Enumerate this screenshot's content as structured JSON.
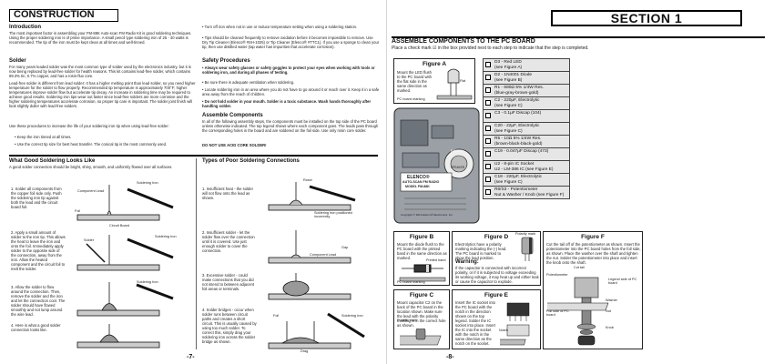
{
  "left_page": {
    "header": "CONSTRUCTION",
    "intro_title": "Introduction",
    "intro_text": "The most important factor in assembling your FM-88K Auto-scan FM Radio Kit is good soldering techniques. Using the proper soldering iron is of prime importance. A small pencil type soldering iron of 25 - 40 watts is recommended. The tip of the iron must be kept clean at all times and well-tinned.",
    "solder_title": "Solder",
    "solder_text": "For many years leaded solder was the most common type of solder used by the electronics industry, but it is now being replaced by lead-free solder for health reasons. This kit contains lead-free solder, which contains 99.3% tin, 0.7% copper, and has a rosin-flux core.",
    "solder_text2": "Lead-free solder is different from lead solder: It has a higher melting point than lead solder, so you need higher temperature for the solder to flow properly. Recommended tip temperature is approximately 700°F; higher temperatures improve solder flow but accelerate tip decay. An increase in soldering time may be required to achieve good results. Soldering iron tips wear out faster since lead-free solders are more corrosive and the higher soldering temperatures accelerate corrosion, so proper tip care is important. The solder joint finish will look slightly duller with lead-free solders.",
    "solder_text3": "Use these procedures to increase the life of your soldering iron tip when using lead-free solder:",
    "solder_bullets": [
      "Keep the iron tinned at all times.",
      "Use the correct tip size for best heat transfer. The conical tip is the most commonly used."
    ],
    "right_col_bullets": [
      "Turn off iron when not in use or reduce temperature setting when using a soldering station.",
      "Tips should be cleaned frequently to remove oxidation before it becomes impossible to remove. Use Dry Tip Cleaner (Elenco® #SH-1025) or Tip Cleaner (Elenco® #TTC1). If you use a sponge to clean your tip, then use distilled water (tap water has impurities that accelerate corrosion)."
    ],
    "safety_title": "Safety Procedures",
    "safety_items": [
      "Always wear safety glasses or safety goggles to protect your eyes when working with tools or soldering iron, and during all phases of testing.",
      "Be sure there is adequate ventilation when soldering.",
      "Locate soldering iron in an area where you do not have to go around it or reach over it. Keep it in a safe area away from the reach of children.",
      "Do not hold solder in your mouth. Solder is a toxic substance. Wash hands thoroughly after handling solder."
    ],
    "assembly_title": "Assemble Components",
    "assembly_text": "In all of the following assembly steps, the components must be installed on the top side of the PC board unless otherwise indicated. The top legend shows where each component goes. The leads pass through the corresponding holes in the board and are soldered on the foil side. Use only rosin core solder.",
    "assembly_warning": "DO NOT USE ACID CORE SOLDER!",
    "good_title": "What Good Soldering Looks Like",
    "good_text": "A good solder connection should be bright, shiny, smooth, and uniformly flowed over all surfaces.",
    "good_steps": [
      "1. Solder all components from the copper foil side only. Push the soldering iron tip against both the lead and the circuit board foil.",
      "2. Apply a small amount of solder to the iron tip. This allows the heat to leave the iron and onto the foil. Immediately apply solder to the opposite side of the connection, away from the iron. Allow the heated component and the circuit foil to melt the solder.",
      "3. Allow the solder to flow around the connection. Then, remove the solder and the iron and let the connection cool. The solder should have flowed smoothly and not lump around the wire lead.",
      "4. Here is what a good solder connection looks like."
    ],
    "poor_title": "Types of Poor Soldering Connections",
    "poor_items": [
      "1. Insufficient heat - the solder will not flow onto the lead as shown.",
      "2. Insufficient solder - let the solder flow over the connection until it is covered. Use just enough solder to cover the connection.",
      "3. Excessive solder - could make connections that you did not intend to between adjacent foil areas or terminals.",
      "4. Solder bridges - occur when solder runs between circuit paths and creates a short circuit. This is usually caused by using too much solder. To correct this, simply drag your soldering iron across the solder bridge as shown."
    ],
    "fig_labels": {
      "soldering_iron": "Soldering Iron",
      "component_lead": "Component Lead",
      "circuit_board": "Circuit Board",
      "foil": "Foil",
      "solder": "Solder",
      "rosin": "Rosin",
      "iron_positioned": "Soldering iron positioned incorrectly.",
      "gap": "Gap",
      "drag": "Drag"
    },
    "page_number": "-7-"
  },
  "right_page": {
    "section_title": "SECTION 1",
    "sub_title": "ASSEMBLE COMPONENTS TO THE PC BOARD",
    "instruction": "Place a check mark ☑ in the box provided next to each step to indicate that the step is completed.",
    "fig_a": {
      "title": "Figure A",
      "text": "Mount the LED flush to the PC board with the flat side in the same direction as marked.",
      "label_flat": "Flat",
      "label_marking": "PC board marking"
    },
    "board": {
      "brand": "ELENCO®",
      "name": "AUTO-SCAN FM RADIO",
      "model": "MODEL FM-88K",
      "speaker": "SPEAKER",
      "battery": "BATTERY",
      "copyright": "Copyright © 2012 Elenco® Electronics, Inc."
    },
    "checklist": [
      {
        "part": "D3 - Red LED",
        "note": "(see Figure A)"
      },
      {
        "part": "D2 - 1N4001 Diode",
        "note": "(see Figure B)"
      },
      {
        "part": "R1 - 680Ω 5% 1/4W Res.",
        "note": "(blue-gray-brown-gold)"
      },
      {
        "part": "C2 - 220μF, Electrolytic",
        "note": "(see Figure C)"
      },
      {
        "part": "C3 - 0.1μF Discap (104)",
        "note": ""
      },
      {
        "part": "C20 - 22μF, Electrolytic",
        "note": "(see Figure C)"
      },
      {
        "part": "R5 - 10Ω 5% 1/4W Res.",
        "note": "(brown-black-black-gold)"
      },
      {
        "part": "C19 - 0.047μF Discap (473)",
        "note": ""
      },
      {
        "part": "U2 - 8-pin IC Socket",
        "note": "U2 - LM-386 IC (see Figure E)"
      },
      {
        "part": "C18 - 220μF, Electrolytic",
        "note": "(see Figure C)"
      },
      {
        "part": "R6/S3 - Potentiometer",
        "note": "Nut & Washer / Knob (see Figure F)"
      }
    ],
    "fig_b": {
      "title": "Figure B",
      "text": "Mount the diode flush to the PC board with the printed band in the same direction as marked.",
      "label": "Printed band",
      "label2": "PC board marking"
    },
    "fig_c": {
      "title": "Figure C",
      "text": "Mount capacitor C2 on the back of the PC board in the location shown. Make sure the lead with the polarity marking is in the correct hole as shown.",
      "label": "Polarity mark"
    },
    "fig_d": {
      "title": "Figure D",
      "text": "Electrolytics have a polarity marking indicating the (-) lead. The PC board is marked to show the lead position.",
      "warning_title": "Warning:",
      "warning_text": "If the capacitor is connected with incorrect polarity, or if it is subjected to voltage exceeding its working voltage, it may heat up and either leak or cause the capacitor to explode.",
      "label": "Polarity mark"
    },
    "fig_e": {
      "title": "Figure E",
      "text": "Insert the IC socket into the PC board with the notch in the direction shown on the top legend. Solder the IC socket into place. Insert the IC into the socket with the notch in the same direction as the notch on the socket.",
      "label": "Notch"
    },
    "fig_f": {
      "title": "Figure F",
      "text": "Cut the tail off of the potentiometer as shown. Insert the potentiometer into the PC board holes from the foil side, as shown. Place the washer over the shaft and tighten the nut. Solder the potentiometer into place and insert the knob onto the shaft.",
      "labels": [
        "Cut tail",
        "Potentiometer",
        "Legend side of PC board",
        "Foil side of PC board",
        "Washer",
        "Nut",
        "Knob"
      ]
    },
    "page_number": "-8-"
  },
  "colors": {
    "box_gray": "#e6e6e6",
    "border": "#222222"
  }
}
